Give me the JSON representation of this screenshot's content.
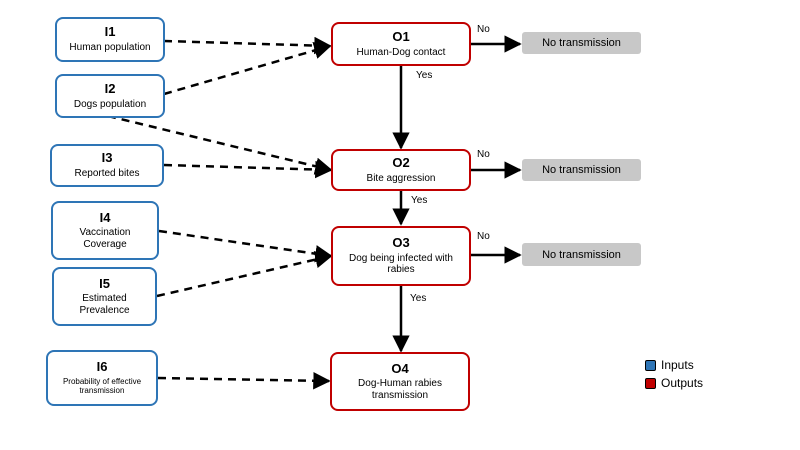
{
  "inputs": [
    {
      "id": "I1",
      "label": "Human population"
    },
    {
      "id": "I2",
      "label": "Dogs population"
    },
    {
      "id": "I3",
      "label": "Reported bites"
    },
    {
      "id": "I4",
      "label": "Vaccination Coverage"
    },
    {
      "id": "I5",
      "label": "Estimated Prevalence"
    },
    {
      "id": "I6",
      "label": "Probability of effective transmission"
    }
  ],
  "outputs": [
    {
      "id": "O1",
      "label": "Human-Dog contact"
    },
    {
      "id": "O2",
      "label": "Bite aggression"
    },
    {
      "id": "O3",
      "label": "Dog being infected with rabies"
    },
    {
      "id": "O4",
      "label": "Dog-Human rabies transmission"
    }
  ],
  "no_transmission": [
    "No transmission",
    "No transmission",
    "No transmission"
  ],
  "edge_labels": {
    "no": "No",
    "yes": "Yes"
  },
  "legend": {
    "inputs": {
      "label": "Inputs",
      "color": "#2E75B6"
    },
    "outputs": {
      "label": "Outputs",
      "color": "#C00000"
    }
  },
  "colors": {
    "input_border": "#2E75B6",
    "output_border": "#C00000",
    "no_transmission_fill": "#C8C8C8"
  }
}
